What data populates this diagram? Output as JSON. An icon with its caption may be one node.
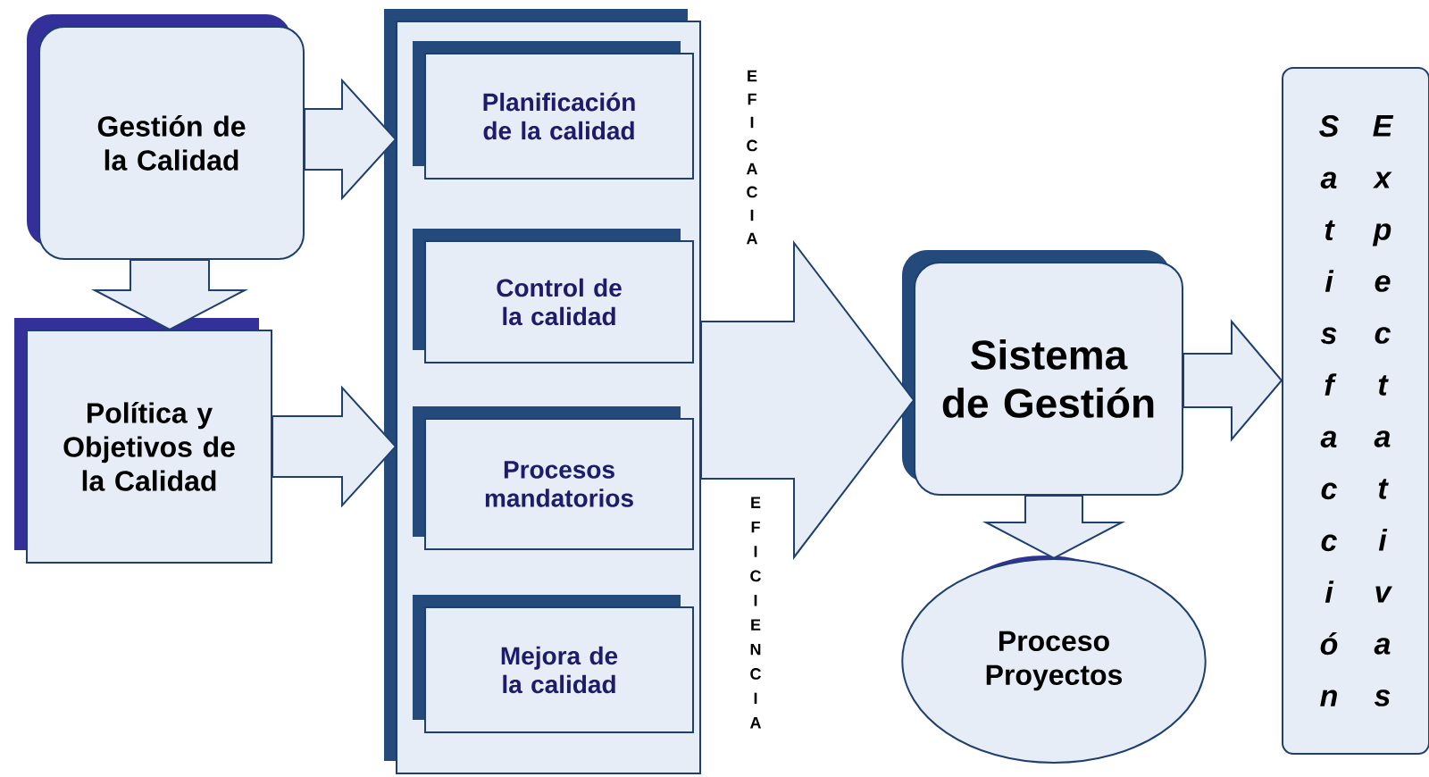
{
  "diagram": {
    "nodes": [
      {
        "text": [
          "Gestión de la Calidad"
        ]
      },
      {
        "text": [
          "Política y Objetivos de la Calidad"
        ]
      },
      {
        "text": [],
        "shape": "box"
      },
      {
        "text": [
          "Planificación de la calidad"
        ],
        "in": 2
      },
      {
        "text": [
          "Control de la calidad"
        ],
        "in": 2
      },
      {
        "text": [
          "Procesos mandatorios"
        ],
        "in": 2
      },
      {
        "text": [
          "Mejora de la calidad"
        ],
        "in": 2
      },
      {
        "text": [
          "Sistema de Gestión"
        ]
      },
      {
        "text": [
          "Proceso Proyectos"
        ]
      },
      {
        "text": [
          "Satisfacción",
          "Expectativas"
        ]
      }
    ],
    "edges": [
      {
        "from": 0,
        "to": 2,
        "arrow": "to"
      },
      {
        "from": 0,
        "to": 1,
        "arrow": "to"
      },
      {
        "from": 1,
        "to": 2,
        "arrow": "to"
      },
      {
        "from": 2,
        "to": 7,
        "arrow": "to"
      },
      {
        "from": 7,
        "to": 9,
        "arrow": "to"
      },
      {
        "from": 7,
        "to": 8,
        "arrow": "to"
      }
    ],
    "labels": [
      "EFICACIA",
      "EFICIENCIA"
    ]
  }
}
